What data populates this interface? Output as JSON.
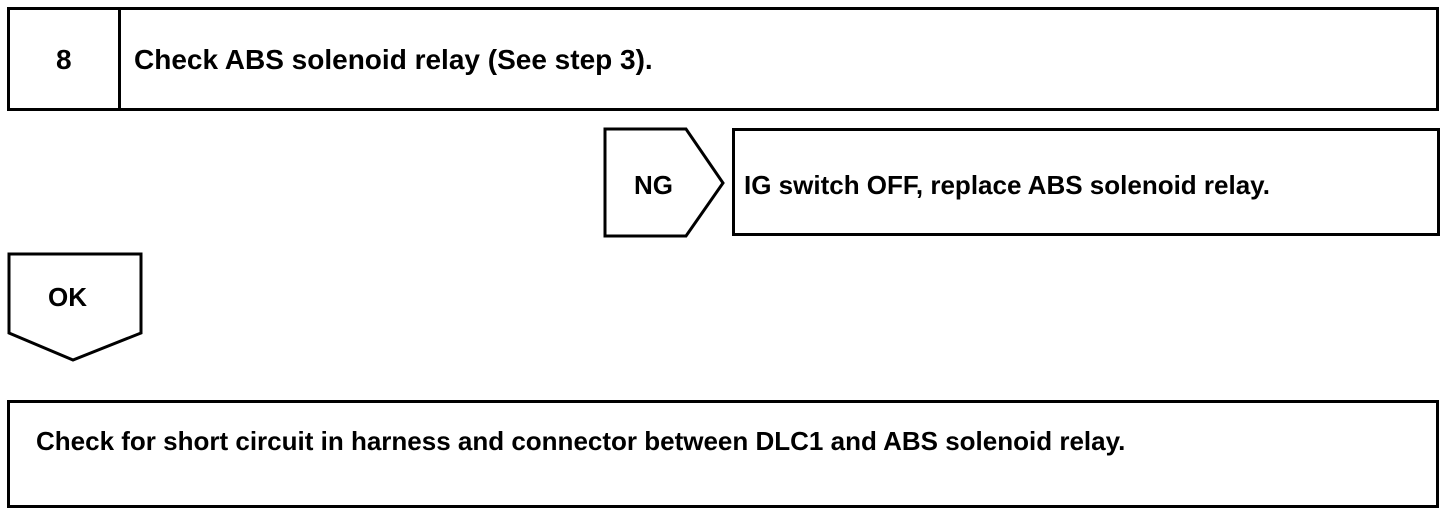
{
  "step": {
    "number": "8",
    "text": "Check ABS solenoid relay (See step 3)."
  },
  "ng_branch": {
    "label": "NG",
    "action": "IG switch OFF, replace ABS solenoid relay."
  },
  "ok_branch": {
    "label": "OK"
  },
  "next_step": {
    "text": "Check for short circuit in harness and connector between DLC1 and ABS solenoid relay."
  },
  "colors": {
    "line": "#000000",
    "background": "#ffffff"
  }
}
